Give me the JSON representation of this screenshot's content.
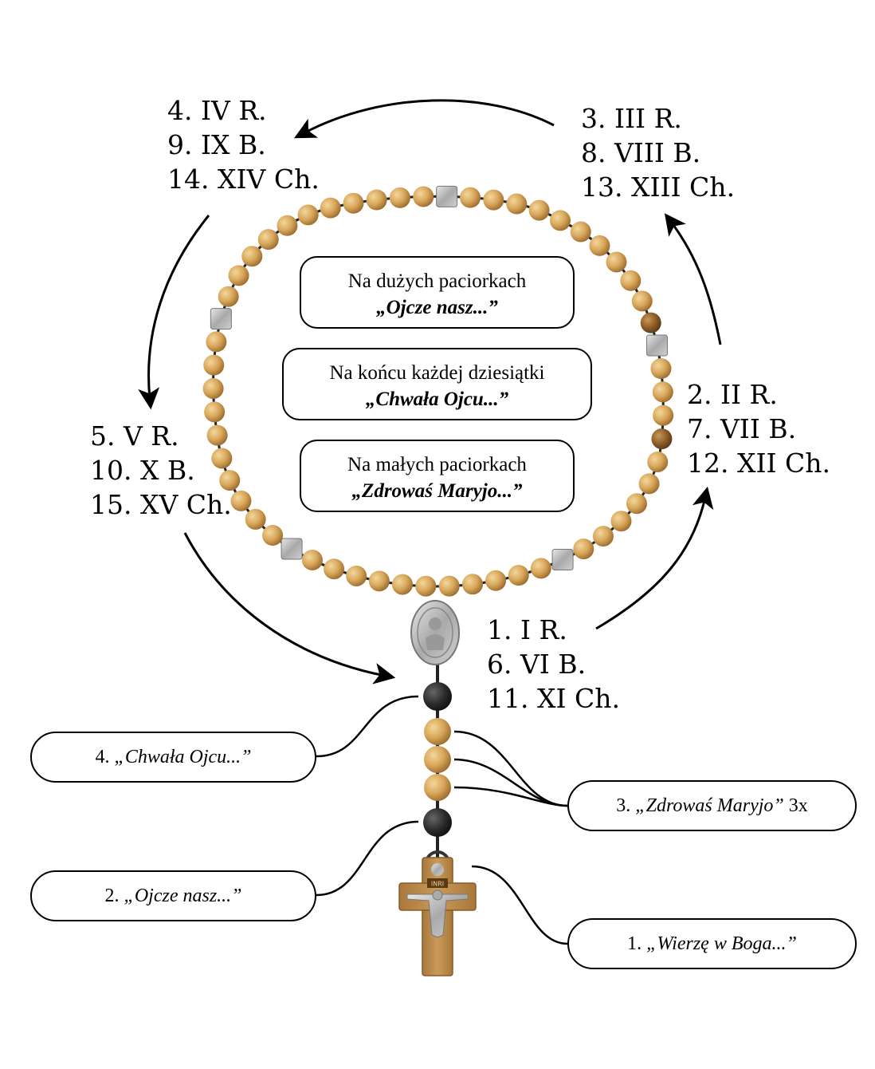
{
  "center_boxes": {
    "big_beads": {
      "line1": "Na dużych paciorkach",
      "line2": "„Ojcze nasz...”"
    },
    "decade_end": {
      "line1": "Na końcu każdej dziesiątki",
      "line2": "„Chwała Ojcu...”"
    },
    "small_beads": {
      "line1": "Na małych paciorkach",
      "line2": "„Zdrowaś Maryjo...”"
    }
  },
  "decades": {
    "bottom_right": [
      "1. I R.",
      "6. VI B.",
      "11. XI Ch."
    ],
    "right": [
      "2. II R.",
      "7. VII B.",
      "12. XII Ch."
    ],
    "top_right": [
      "3. III R.",
      "8. VIII B.",
      "13. XIII Ch."
    ],
    "top_left": [
      "4. IV R.",
      "9. IX B.",
      "14. XIV Ch."
    ],
    "left": [
      "5. V R.",
      "10. X B.",
      "15. XV Ch."
    ]
  },
  "side_boxes": {
    "creed": {
      "num": "1.",
      "text": "„Wierzę w Boga...”"
    },
    "our_father": {
      "num": "2.",
      "text": "„Ojcze nasz...”"
    },
    "hail_mary": {
      "num": "3.",
      "text": "„Zdrowaś Maryjo”",
      "suffix": "3x"
    },
    "glory_be": {
      "num": "4.",
      "text": "„Chwała Ojcu...”"
    }
  },
  "cross_inscription": "INRI",
  "colors": {
    "bead_light": "#d9ad5f",
    "bead_dark": "#8a5a25",
    "lava_bead": "#2b2b2b",
    "wood": "#b98a4a",
    "metal": "#b5b5b5",
    "line": "#000000"
  }
}
